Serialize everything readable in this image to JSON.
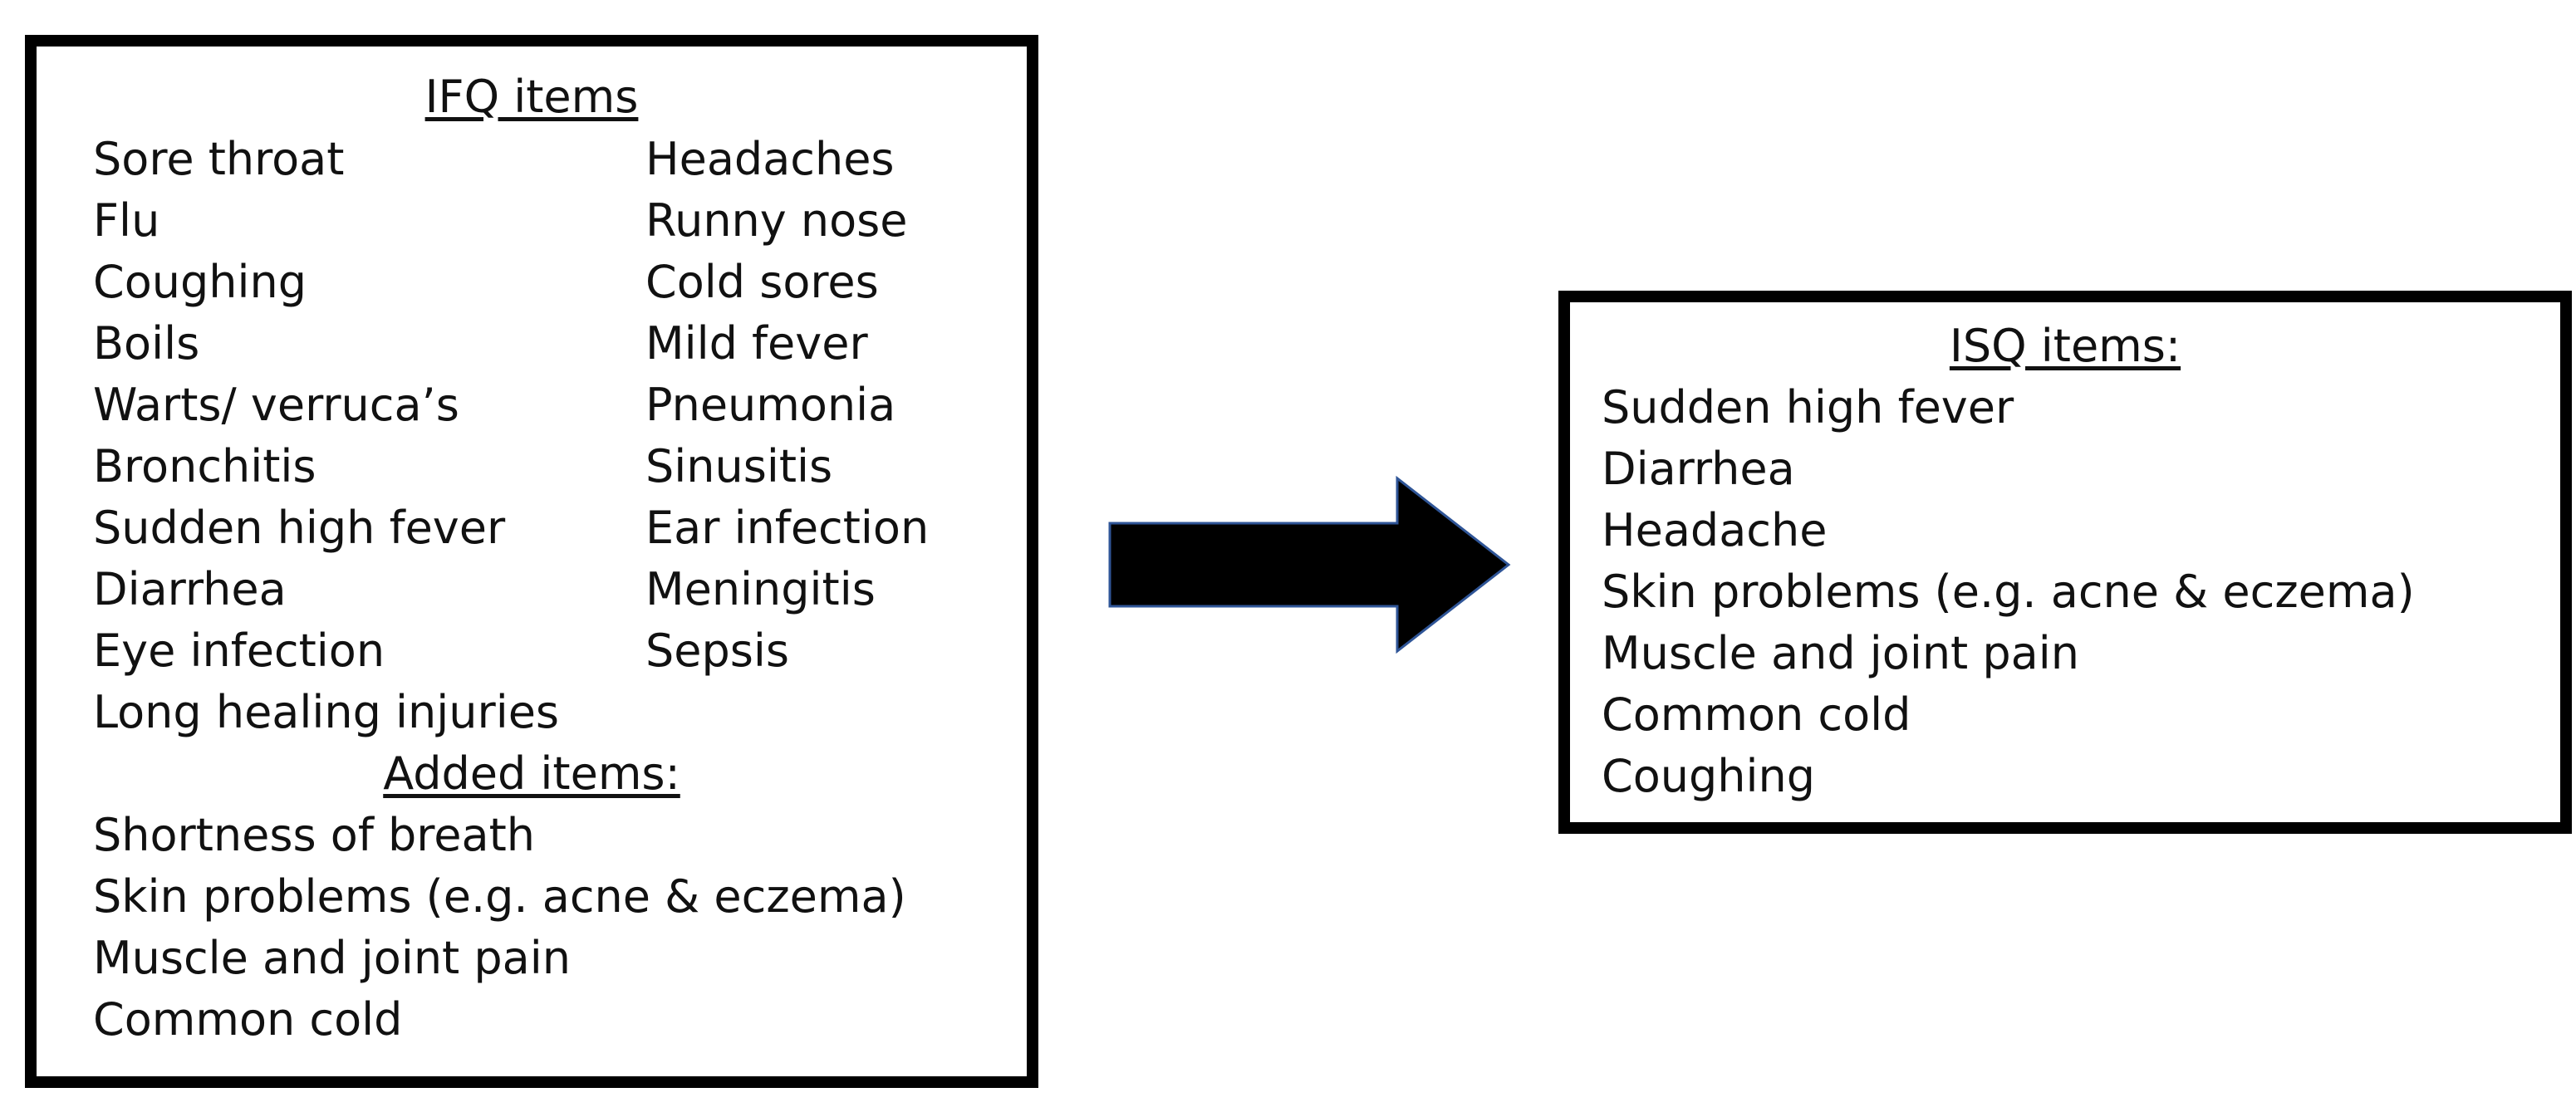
{
  "ifq": {
    "heading": "IFQ items",
    "left_column": [
      "Sore throat",
      "Flu",
      "Coughing",
      "Boils",
      "Warts/ verruca’s",
      "Bronchitis",
      "Sudden high fever",
      "Diarrhea",
      "Eye infection",
      "Long healing injuries"
    ],
    "right_column": [
      "Headaches",
      "Runny nose",
      "Cold sores",
      "Mild fever",
      "Pneumonia",
      "Sinusitis",
      "Ear infection",
      "Meningitis",
      "Sepsis"
    ],
    "added_heading": "Added items:",
    "added_items": [
      "Shortness of breath",
      "Skin problems (e.g. acne & eczema)",
      "Muscle and joint pain",
      "Common cold"
    ]
  },
  "isq": {
    "heading": "ISQ items:",
    "items": [
      "Sudden high fever",
      "Diarrhea",
      "Headache",
      "Skin problems (e.g. acne & eczema)",
      "Muscle and joint pain",
      "Common cold",
      "Coughing"
    ]
  },
  "colors": {
    "arrow_fill": "#000000",
    "arrow_stroke": "#2f5597",
    "box_border": "#000000"
  },
  "icons": {
    "arrow": "right-arrow-icon"
  }
}
